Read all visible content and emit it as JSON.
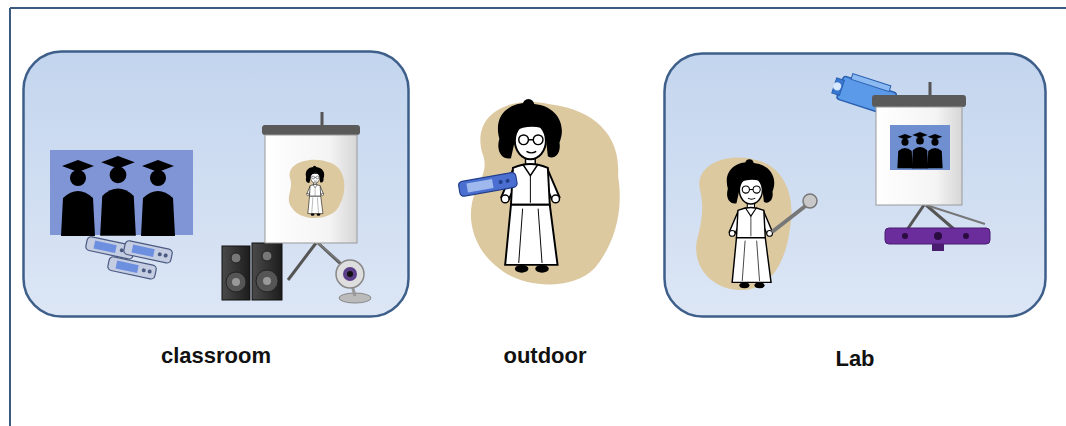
{
  "diagram": {
    "nodes": [
      {
        "text": [
          "classroom"
        ]
      },
      {
        "text": [
          "outdoor"
        ]
      },
      {
        "text": [
          "Lab"
        ]
      }
    ]
  }
}
